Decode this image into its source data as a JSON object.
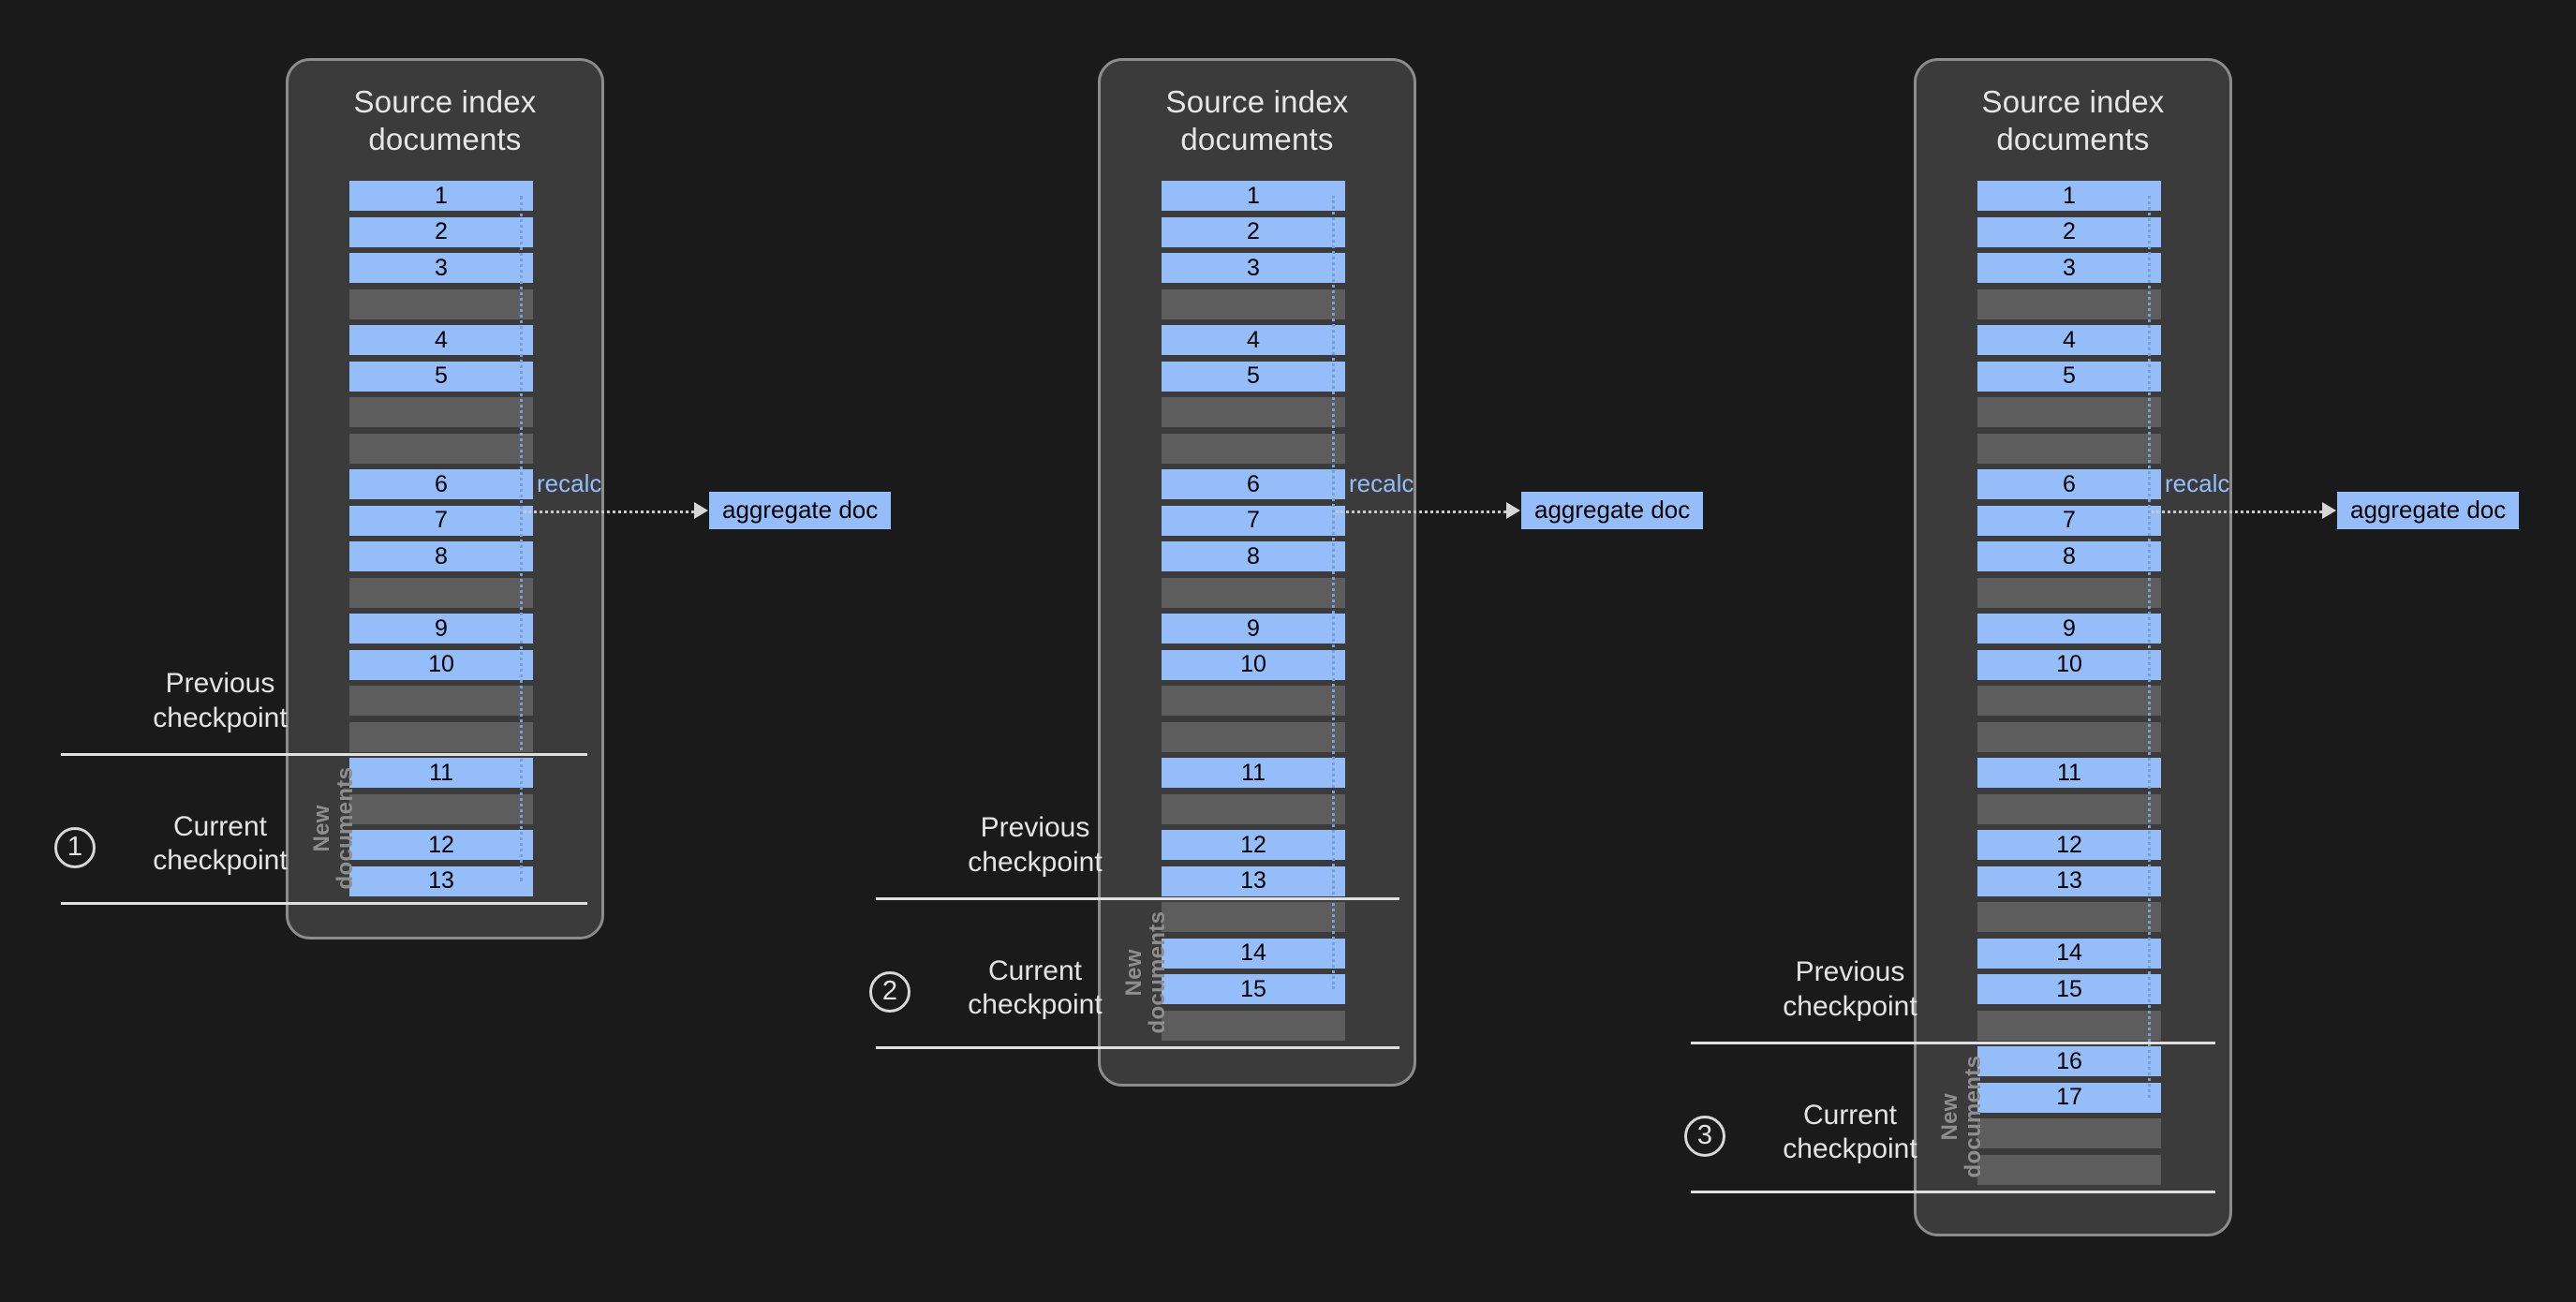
{
  "background_color": "#1a1a1a",
  "colors": {
    "panel_fill": "#3b3b3b",
    "panel_border": "#8c8c8c",
    "doc_blue": "#95bdfa",
    "blank_gray": "#5d5d5d",
    "connector_blue": "#7b9fd4",
    "label_text": "#e4e4e4",
    "recalc_text": "#95bdfa"
  },
  "panel_title": "Source index\ndocuments",
  "new_documents_label": "New\ndocuments",
  "recalc_label": "recalc",
  "aggregate_doc_label": "aggregate doc",
  "previous_checkpoint_label": "Previous\ncheckpoint",
  "current_checkpoint_label": "Current\ncheckpoint",
  "panels": [
    {
      "step": "1",
      "title": "Source index\ndocuments",
      "recalc": "recalc",
      "aggregate_doc": "aggregate doc",
      "previous_checkpoint": "Previous\ncheckpoint",
      "current_checkpoint": "Current\ncheckpoint",
      "new_documents": "New\ndocuments",
      "rows": [
        {
          "type": "doc",
          "label": "1"
        },
        {
          "type": "doc",
          "label": "2"
        },
        {
          "type": "doc",
          "label": "3"
        },
        {
          "type": "blank",
          "label": ""
        },
        {
          "type": "doc",
          "label": "4"
        },
        {
          "type": "doc",
          "label": "5"
        },
        {
          "type": "blank",
          "label": ""
        },
        {
          "type": "blank",
          "label": ""
        },
        {
          "type": "doc",
          "label": "6"
        },
        {
          "type": "doc",
          "label": "7"
        },
        {
          "type": "doc",
          "label": "8"
        },
        {
          "type": "blank",
          "label": ""
        },
        {
          "type": "doc",
          "label": "9"
        },
        {
          "type": "doc",
          "label": "10"
        },
        {
          "type": "blank",
          "label": ""
        },
        {
          "type": "blank",
          "label": ""
        },
        {
          "type": "doc",
          "label": "11"
        },
        {
          "type": "blank",
          "label": ""
        },
        {
          "type": "doc",
          "label": "12"
        },
        {
          "type": "doc",
          "label": "13"
        }
      ],
      "previous_checkpoint_after_row": 16,
      "current_checkpoint_after_row": 20
    },
    {
      "step": "2",
      "title": "Source index\ndocuments",
      "recalc": "recalc",
      "aggregate_doc": "aggregate doc",
      "previous_checkpoint": "Previous\ncheckpoint",
      "current_checkpoint": "Current\ncheckpoint",
      "new_documents": "New\ndocuments",
      "rows": [
        {
          "type": "doc",
          "label": "1"
        },
        {
          "type": "doc",
          "label": "2"
        },
        {
          "type": "doc",
          "label": "3"
        },
        {
          "type": "blank",
          "label": ""
        },
        {
          "type": "doc",
          "label": "4"
        },
        {
          "type": "doc",
          "label": "5"
        },
        {
          "type": "blank",
          "label": ""
        },
        {
          "type": "blank",
          "label": ""
        },
        {
          "type": "doc",
          "label": "6"
        },
        {
          "type": "doc",
          "label": "7"
        },
        {
          "type": "doc",
          "label": "8"
        },
        {
          "type": "blank",
          "label": ""
        },
        {
          "type": "doc",
          "label": "9"
        },
        {
          "type": "doc",
          "label": "10"
        },
        {
          "type": "blank",
          "label": ""
        },
        {
          "type": "blank",
          "label": ""
        },
        {
          "type": "doc",
          "label": "11"
        },
        {
          "type": "blank",
          "label": ""
        },
        {
          "type": "doc",
          "label": "12"
        },
        {
          "type": "doc",
          "label": "13"
        },
        {
          "type": "blank",
          "label": ""
        },
        {
          "type": "doc",
          "label": "14"
        },
        {
          "type": "doc",
          "label": "15"
        },
        {
          "type": "blank",
          "label": ""
        }
      ],
      "previous_checkpoint_after_row": 20,
      "current_checkpoint_after_row": 24
    },
    {
      "step": "3",
      "title": "Source index\ndocuments",
      "recalc": "recalc",
      "aggregate_doc": "aggregate doc",
      "previous_checkpoint": "Previous\ncheckpoint",
      "current_checkpoint": "Current\ncheckpoint",
      "new_documents": "New\ndocuments",
      "rows": [
        {
          "type": "doc",
          "label": "1"
        },
        {
          "type": "doc",
          "label": "2"
        },
        {
          "type": "doc",
          "label": "3"
        },
        {
          "type": "blank",
          "label": ""
        },
        {
          "type": "doc",
          "label": "4"
        },
        {
          "type": "doc",
          "label": "5"
        },
        {
          "type": "blank",
          "label": ""
        },
        {
          "type": "blank",
          "label": ""
        },
        {
          "type": "doc",
          "label": "6"
        },
        {
          "type": "doc",
          "label": "7"
        },
        {
          "type": "doc",
          "label": "8"
        },
        {
          "type": "blank",
          "label": ""
        },
        {
          "type": "doc",
          "label": "9"
        },
        {
          "type": "doc",
          "label": "10"
        },
        {
          "type": "blank",
          "label": ""
        },
        {
          "type": "blank",
          "label": ""
        },
        {
          "type": "doc",
          "label": "11"
        },
        {
          "type": "blank",
          "label": ""
        },
        {
          "type": "doc",
          "label": "12"
        },
        {
          "type": "doc",
          "label": "13"
        },
        {
          "type": "blank",
          "label": ""
        },
        {
          "type": "doc",
          "label": "14"
        },
        {
          "type": "doc",
          "label": "15"
        },
        {
          "type": "blank",
          "label": ""
        },
        {
          "type": "doc",
          "label": "16"
        },
        {
          "type": "doc",
          "label": "17"
        },
        {
          "type": "blank",
          "label": ""
        },
        {
          "type": "blank",
          "label": ""
        }
      ],
      "previous_checkpoint_after_row": 24,
      "current_checkpoint_after_row": 28
    }
  ]
}
